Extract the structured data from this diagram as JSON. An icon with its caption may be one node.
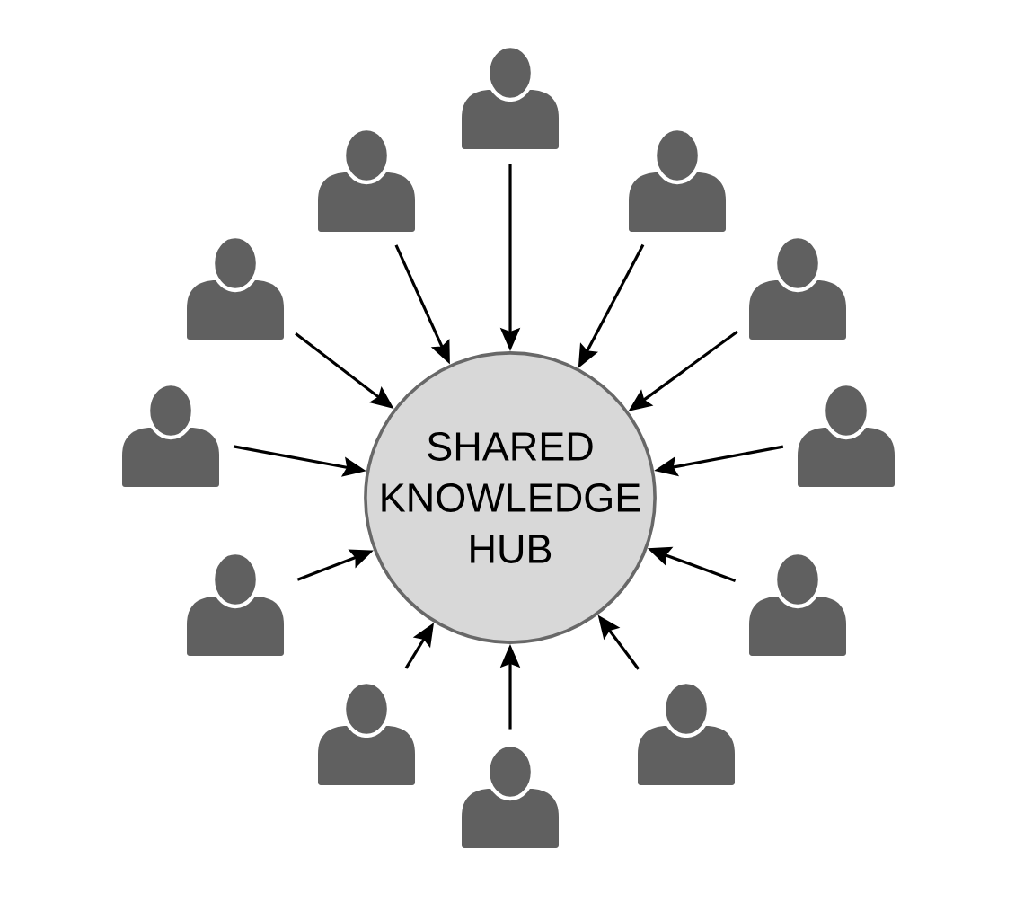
{
  "diagram": {
    "nodes": [
      {
        "text": [
          "SHARED KNOWLEDGE HUB"
        ]
      },
      {
        "text": [],
        "shape": "person"
      },
      {
        "text": [],
        "shape": "person"
      },
      {
        "text": [],
        "shape": "person"
      },
      {
        "text": [],
        "shape": "person"
      },
      {
        "text": [],
        "shape": "person"
      },
      {
        "text": [],
        "shape": "person"
      },
      {
        "text": [],
        "shape": "person"
      },
      {
        "text": [],
        "shape": "person"
      },
      {
        "text": [],
        "shape": "person"
      },
      {
        "text": [],
        "shape": "person"
      },
      {
        "text": [],
        "shape": "person"
      },
      {
        "text": [],
        "shape": "person"
      }
    ],
    "edges": [
      {
        "from": 1,
        "to": 0,
        "arrow": "to"
      },
      {
        "from": 2,
        "to": 0,
        "arrow": "to"
      },
      {
        "from": 3,
        "to": 0,
        "arrow": "to"
      },
      {
        "from": 4,
        "to": 0,
        "arrow": "to"
      },
      {
        "from": 5,
        "to": 0,
        "arrow": "to"
      },
      {
        "from": 6,
        "to": 0,
        "arrow": "to"
      },
      {
        "from": 7,
        "to": 0,
        "arrow": "to"
      },
      {
        "from": 8,
        "to": 0,
        "arrow": "to"
      },
      {
        "from": 9,
        "to": 0,
        "arrow": "to"
      },
      {
        "from": 10,
        "to": 0,
        "arrow": "to"
      },
      {
        "from": 11,
        "to": 0,
        "arrow": "to"
      },
      {
        "from": 12,
        "to": 0,
        "arrow": "to"
      }
    ]
  }
}
